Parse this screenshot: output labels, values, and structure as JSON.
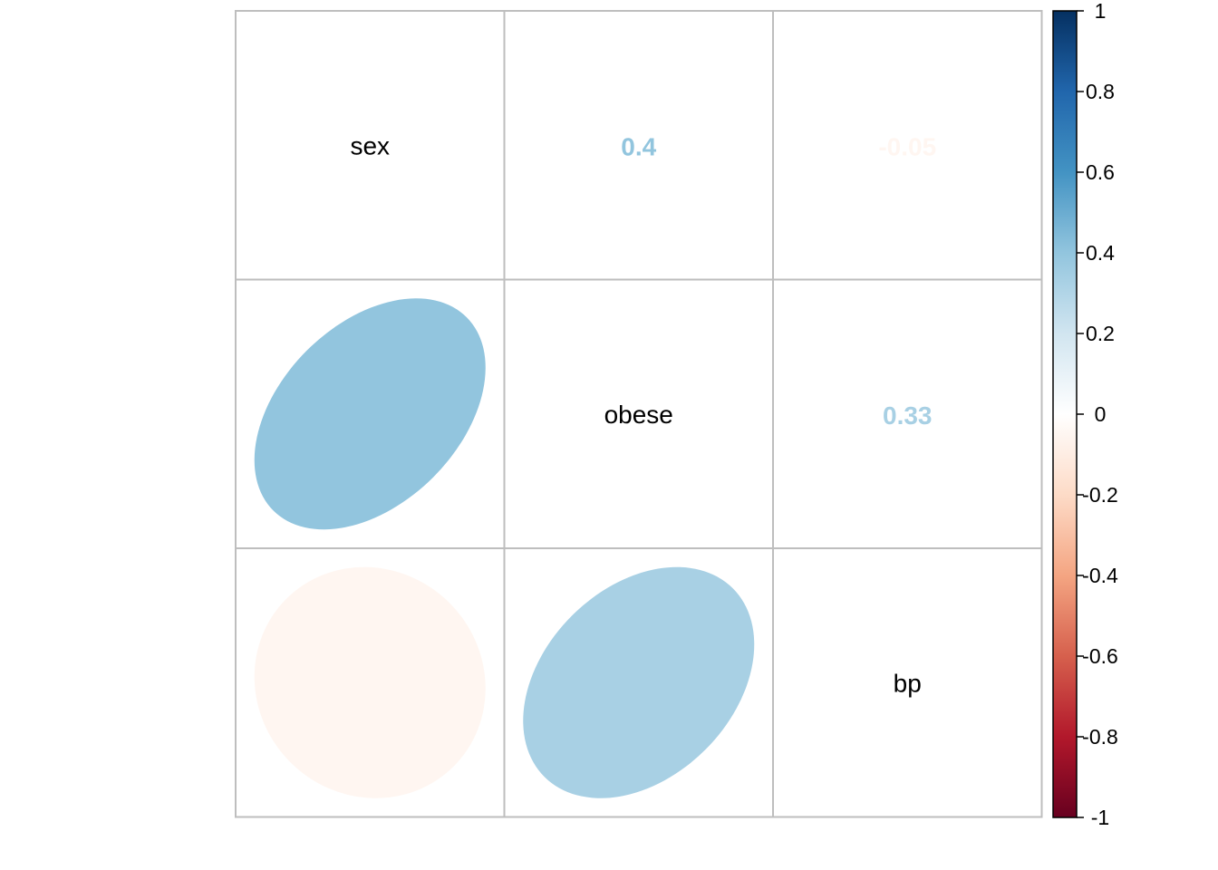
{
  "chart_data": {
    "type": "heatmap",
    "variables": [
      "sex",
      "obese",
      "bp"
    ],
    "matrix": [
      [
        1,
        0.4,
        -0.05
      ],
      [
        0.4,
        1,
        0.33
      ],
      [
        -0.05,
        0.33,
        1
      ]
    ],
    "upper_labels": [
      {
        "row": 0,
        "col": 1,
        "value": 0.4,
        "text": "0.4"
      },
      {
        "row": 0,
        "col": 2,
        "value": -0.05,
        "text": "-0.05"
      },
      {
        "row": 1,
        "col": 2,
        "value": 0.33,
        "text": "0.33"
      }
    ],
    "lower_glyph": "ellipse",
    "diagonal": "variable names",
    "colorbar": {
      "range": [
        -1,
        1
      ],
      "ticks": [
        "1",
        "0.8",
        "0.6",
        "0.4",
        "0.2",
        "0",
        "-0.2",
        "-0.4",
        "-0.6",
        "-0.8",
        "-1"
      ],
      "palette": [
        "#67001F",
        "#B2182B",
        "#D6604D",
        "#F4A582",
        "#FDDBC7",
        "#FFFFFF",
        "#D1E5F0",
        "#92C5DE",
        "#4393C3",
        "#2166AC",
        "#053061"
      ]
    },
    "title": "",
    "xlabel": "",
    "ylabel": "",
    "legend_position": "right"
  }
}
